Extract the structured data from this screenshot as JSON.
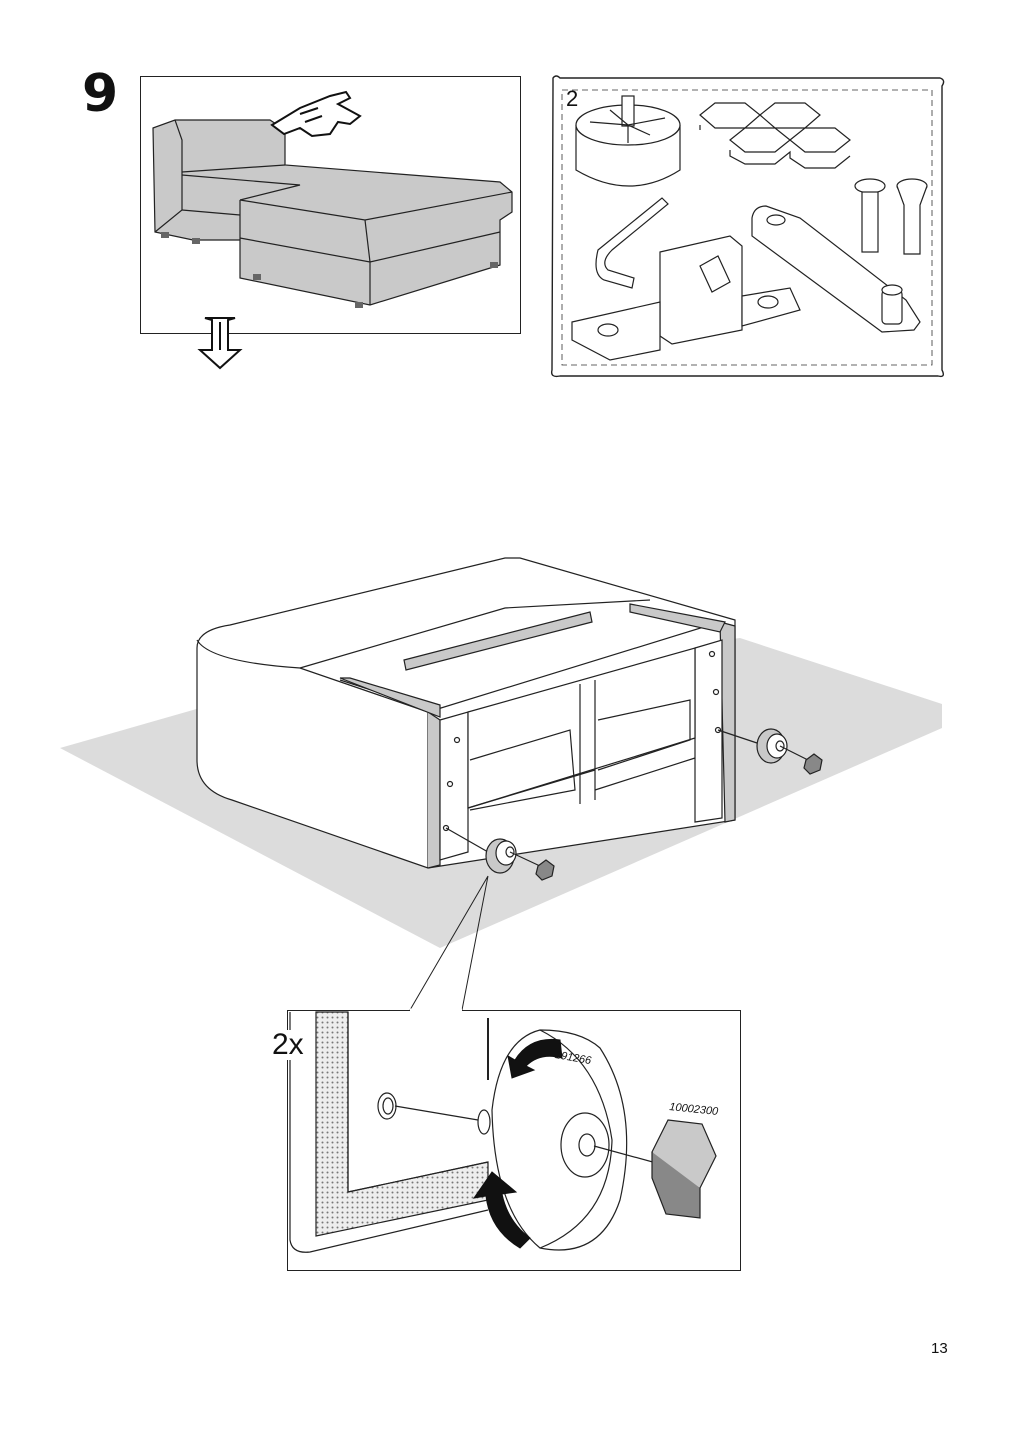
{
  "step": {
    "number": "9"
  },
  "parts_box": {
    "count": "2"
  },
  "detail": {
    "quantity": "2x",
    "part_labels": {
      "leg": "191266",
      "pad": "10002300"
    }
  },
  "page": {
    "number": "13"
  },
  "colors": {
    "upholstery": "#c9c9c9",
    "floor": "#dcdcdc",
    "line": "#222222"
  }
}
